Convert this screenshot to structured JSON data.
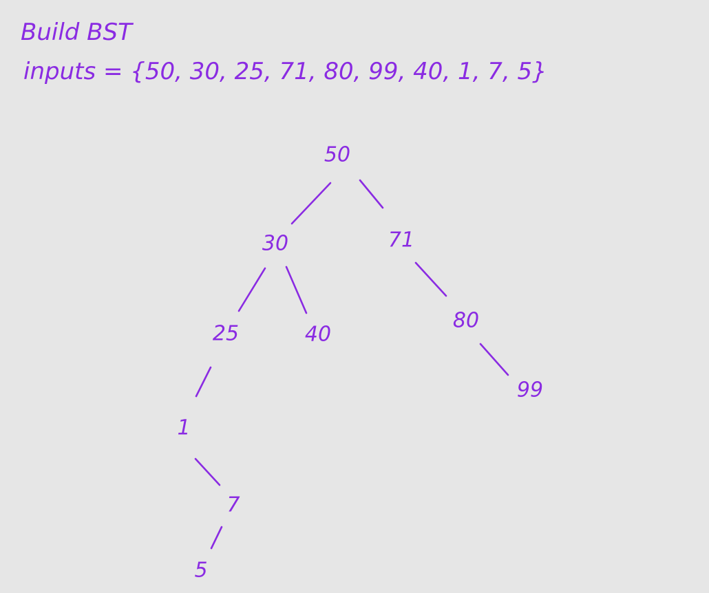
{
  "title": "Build BST",
  "inputs_text": "inputs = {50, 30, 25, 71, 80, 99, 40, 1, 7, 5}",
  "inputs": [
    50,
    30,
    25,
    71,
    80,
    99,
    40,
    1,
    7,
    5
  ],
  "ink_color": "#8a2be2",
  "tree": {
    "nodes": [
      {
        "id": "n50",
        "label": "50"
      },
      {
        "id": "n30",
        "label": "30"
      },
      {
        "id": "n71",
        "label": "71"
      },
      {
        "id": "n25",
        "label": "25"
      },
      {
        "id": "n40",
        "label": "40"
      },
      {
        "id": "n80",
        "label": "80"
      },
      {
        "id": "n99",
        "label": "99"
      },
      {
        "id": "n1",
        "label": "1"
      },
      {
        "id": "n7",
        "label": "7"
      },
      {
        "id": "n5",
        "label": "5"
      }
    ],
    "edges": [
      {
        "from": "n50",
        "to": "n30"
      },
      {
        "from": "n50",
        "to": "n71"
      },
      {
        "from": "n30",
        "to": "n25"
      },
      {
        "from": "n30",
        "to": "n40"
      },
      {
        "from": "n71",
        "to": "n80"
      },
      {
        "from": "n80",
        "to": "n99"
      },
      {
        "from": "n25",
        "to": "n1"
      },
      {
        "from": "n1",
        "to": "n7"
      },
      {
        "from": "n7",
        "to": "n5"
      }
    ]
  }
}
